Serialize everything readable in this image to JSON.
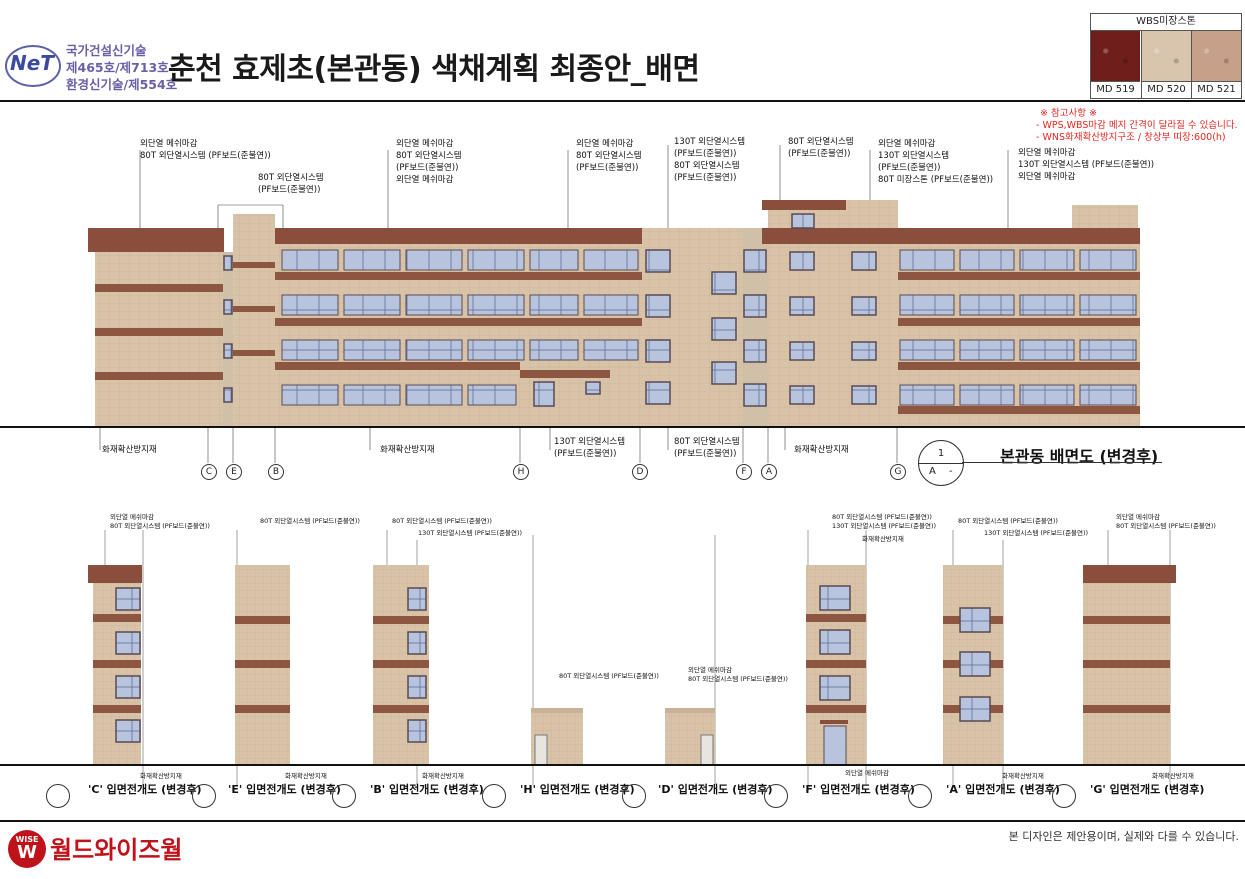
{
  "header": {
    "logo_text": "NeT",
    "company_lines": [
      "국가건설신기술",
      "제465호/제713호",
      "환경신기술/제554호"
    ],
    "title": "춘천 효제초(본관동) 색채계획 최종안_배면"
  },
  "swatches": {
    "title": "WBS미장스톤",
    "items": [
      {
        "label": "MD 519",
        "color": "#6e1f1c"
      },
      {
        "label": "MD 520",
        "color": "#d9c4ad"
      },
      {
        "label": "MD 521",
        "color": "#c7a08a"
      }
    ]
  },
  "notes": [
    "※ 참고사항 ※",
    "- WPS,WBS마감 메지 간격이 달라질 수 있습니다.",
    "- WNS화재확산방지구조 / 창상부 띠장:600(h)"
  ],
  "main_callouts": [
    [
      "외단열 메쉬마감",
      "80T 외단열시스템 (PF보드(준불연))"
    ],
    [
      "80T 외단열시스템",
      "(PF보드(준불연))"
    ],
    [
      "외단열 메쉬마감",
      "80T 외단열시스템",
      "(PF보드(준불연))",
      "외단열 메쉬마감"
    ],
    [
      "외단열 메쉬마감",
      "80T 외단열시스템",
      "(PF보드(준불연))"
    ],
    [
      "130T 외단열시스템",
      "(PF보드(준불연))",
      "80T 외단열시스템",
      "(PF보드(준불연))"
    ],
    [
      "80T 외단열시스템",
      "(PF보드(준불연))"
    ],
    [
      "외단열 메쉬마감",
      "130T 외단열시스템",
      "(PF보드(준불연))",
      "80T 미장스톤 (PF보드(준불연))"
    ],
    [
      "외단열 메쉬마감",
      "130T 외단열시스템 (PF보드(준불연))",
      "외단열 메쉬마감"
    ]
  ],
  "bottom_callouts_main": [
    [
      "화재확산방지재"
    ],
    [
      "화재확산방지재"
    ],
    [
      "130T 외단열시스템",
      "(PF보드(준불연))"
    ],
    [
      "80T 외단열시스템",
      "(PF보드(준불연))"
    ],
    [
      "화재확산방지재"
    ]
  ],
  "grid_labels": [
    "C",
    "E",
    "B",
    "H",
    "D",
    "F",
    "A",
    "G"
  ],
  "main_caption": {
    "title": "본관동 배면도 (변경후)",
    "num": "1",
    "sheet_a": "A",
    "sheet_b": "-"
  },
  "elevations": [
    {
      "caption": "'C' 입면전개도 (변경후)",
      "top": [
        "외단열 메쉬마감",
        "80T 외단열시스템 (PF보드(준불연))"
      ],
      "bottom": "화재확산방지재"
    },
    {
      "caption": "'E' 입면전개도 (변경후)",
      "top": [
        "80T 외단열시스템 (PF보드(준불연))"
      ],
      "bottom": "화재확산방지재"
    },
    {
      "caption": "'B' 입면전개도 (변경후)",
      "top": [
        "80T 외단열시스템 (PF보드(준불연))",
        "130T 외단열시스템 (PF보드(준불연))"
      ],
      "bottom": "화재확산방지재"
    },
    {
      "caption": "'H' 입면전개도 (변경후)",
      "top": [
        "80T 외단열시스템 (PF보드(준불연))"
      ],
      "bottom": ""
    },
    {
      "caption": "'D' 입면전개도 (변경후)",
      "top": [
        "외단열 메쉬마감",
        "80T 외단열시스템 (PF보드(준불연))"
      ],
      "bottom": ""
    },
    {
      "caption": "'F' 입면전개도 (변경후)",
      "top": [
        "80T 외단열시스템 (PF보드(준불연))",
        "130T 외단열시스템 (PF보드(준불연))",
        "화재확산방지재"
      ],
      "bottom": "외단열 메쉬마감"
    },
    {
      "caption": "'A' 입면전개도 (변경후)",
      "top": [
        "80T 외단열시스템 (PF보드(준불연))",
        "130T 외단열시스템 (PF보드(준불연))"
      ],
      "bottom": "화재확산방지재"
    },
    {
      "caption": "'G' 입면전개도 (변경후)",
      "top": [
        "외단열 메쉬마감",
        "80T 외단열시스템 (PF보드(준불연))"
      ],
      "bottom": "화재확산방지재"
    }
  ],
  "footer": {
    "brand": "월드와이즈월",
    "brand_badge": "WISE",
    "disclaimer": "본 디자인은 제안용이며, 실제와 다를 수 있습니다."
  },
  "colors": {
    "stone": "#d8c3a8",
    "band": "#8d5640",
    "roof": "#8a4f3c",
    "window": "#aab8d6",
    "frame": "#5a4a52"
  }
}
